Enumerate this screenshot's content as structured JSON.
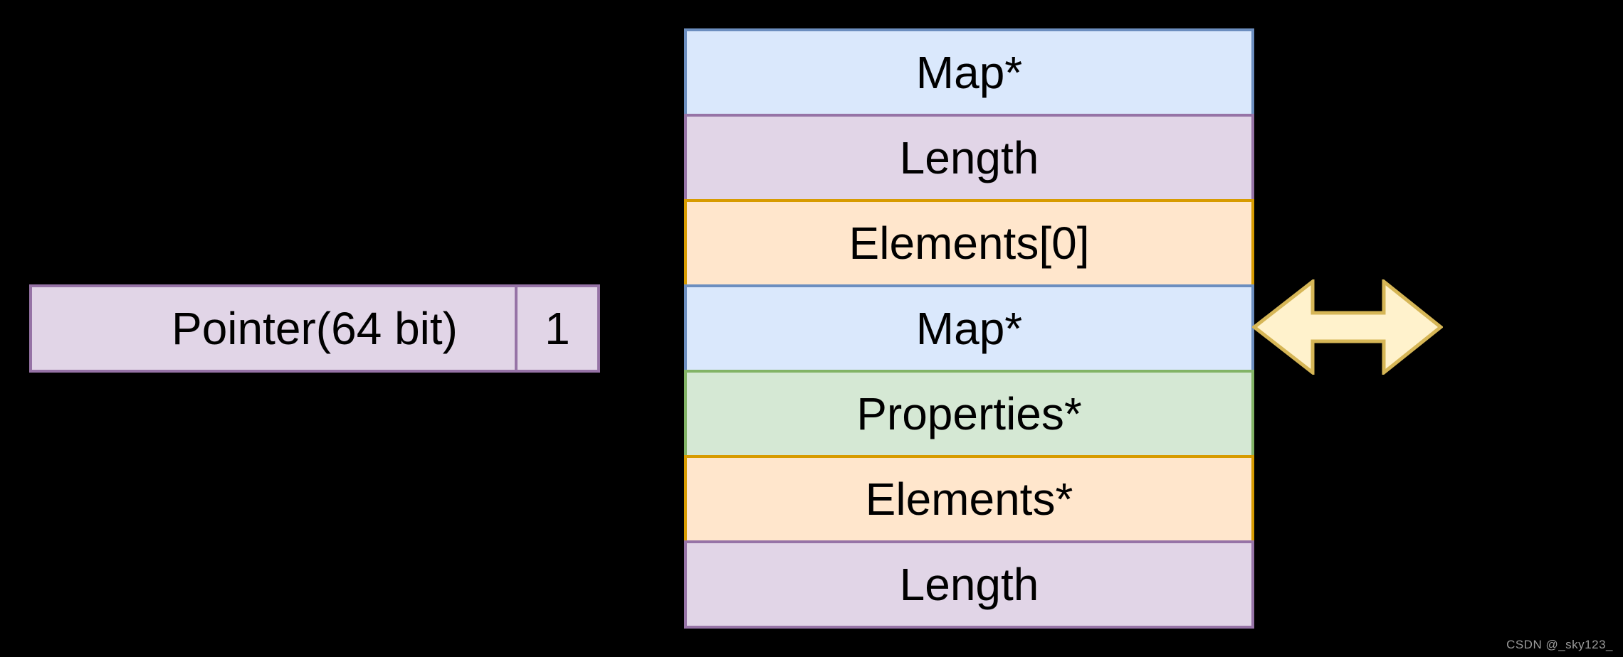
{
  "background": "#000000",
  "pointer_box": {
    "label": "Pointer(64 bit)",
    "value": "1",
    "fill": "#e1d5e7",
    "stroke": "#9673a6"
  },
  "stack": {
    "rows": [
      {
        "label": "Map*",
        "fill": "#dae8fc",
        "stroke": "#6c8ebf"
      },
      {
        "label": "Length",
        "fill": "#e1d5e7",
        "stroke": "#9673a6"
      },
      {
        "label": "Elements[0]",
        "fill": "#ffe6cc",
        "stroke": "#d79b00"
      },
      {
        "label": "Map*",
        "fill": "#dae8fc",
        "stroke": "#6c8ebf"
      },
      {
        "label": "Properties*",
        "fill": "#d5e8d4",
        "stroke": "#82b366"
      },
      {
        "label": "Elements*",
        "fill": "#ffe6cc",
        "stroke": "#d79b00"
      },
      {
        "label": "Length",
        "fill": "#e1d5e7",
        "stroke": "#9673a6"
      }
    ]
  },
  "arrow": {
    "fill": "#fff2cc",
    "stroke": "#d6b656"
  },
  "watermark": {
    "text": "CSDN @_sky123_",
    "color": "#9b9b9b"
  }
}
